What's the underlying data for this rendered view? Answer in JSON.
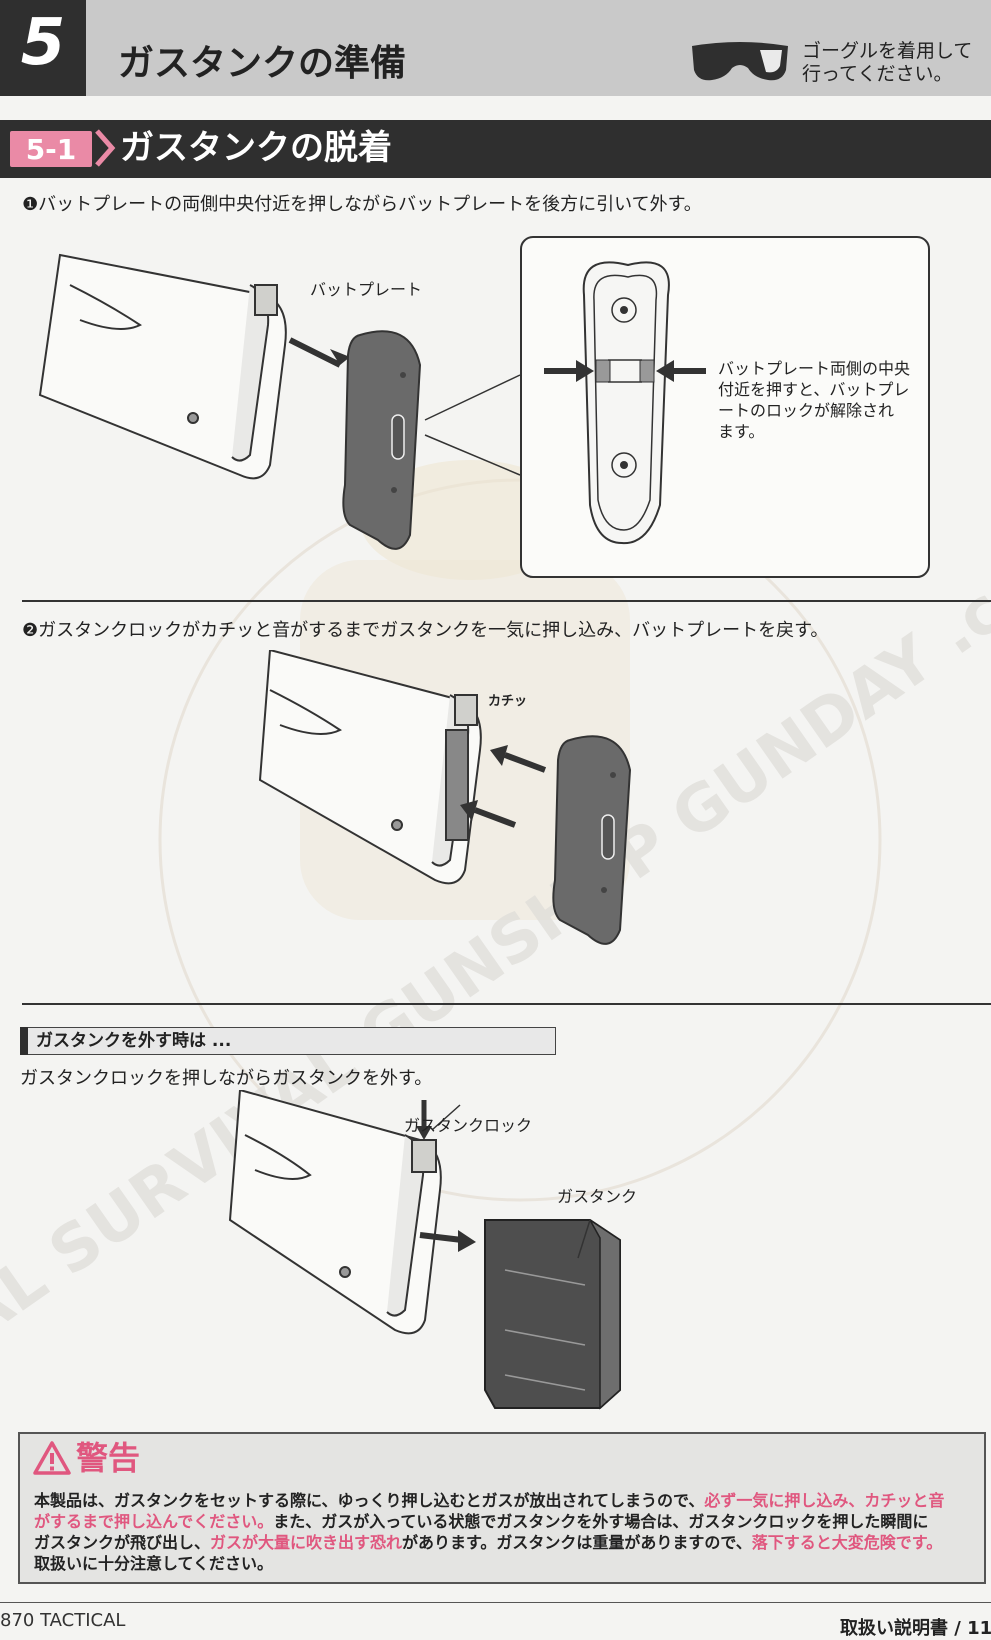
{
  "header": {
    "section_number": "5",
    "title": "ガスタンクの準備",
    "goggle_note_line1": "ゴーグルを着用して",
    "goggle_note_line2": "行ってください。"
  },
  "section": {
    "tag": "5-1",
    "title": "ガスタンクの脱着"
  },
  "steps": [
    {
      "marker": "❶",
      "text": "バットプレートの両側中央付近を押しながらバットプレートを後方に引いて外す。"
    },
    {
      "marker": "❷",
      "text": "ガスタンクロックがカチッと音がするまでガスタンクを一気に押し込み、バットプレートを戻す。"
    }
  ],
  "figure1": {
    "label": "バットプレート",
    "note_lines": [
      "バットプレート両側の中央",
      "付近を押すと、バットプレ",
      "ートのロックが解除され",
      "ます。"
    ]
  },
  "figure2": {
    "label": "カチッ"
  },
  "removal": {
    "title": "ガスタンクを外す時は ...",
    "text": "ガスタンクロックを押しながらガスタンクを外す。",
    "lock_label": "ガスタンクロック",
    "tank_label": "ガスタンク"
  },
  "warning": {
    "title": "警告",
    "line1_a": "本製品は、ガスタンクをセットする際に、ゆっくり押し込むとガスが放出されてしまうので、",
    "line1_red": "必ず一気に押し込み、カチッと音",
    "line2_red": "がするまで押し込んでください。",
    "line2_b": "また、ガスが入っている状態でガスタンクを外す場合は、ガスタンクロックを押した瞬間に",
    "line3_a": "ガスタンクが飛び出し、",
    "line3_red": "ガスが大量に吹き出す恐れ",
    "line3_b": "があります。ガスタンクは重量がありますので、",
    "line3_red2": "落下すると大変危険です。",
    "line4": "取扱いに十分注意してください。"
  },
  "footer": {
    "left": "870 TACTICAL",
    "right": "取扱い説明書 / 11"
  },
  "watermark": {
    "text": "TOTAL SURVIVAL GUNSHOP GUNDAY .co.kr"
  },
  "colors": {
    "accent_pink": "#ea8aa6",
    "warning_red": "#e0577f",
    "dark": "#2f2f2f"
  }
}
